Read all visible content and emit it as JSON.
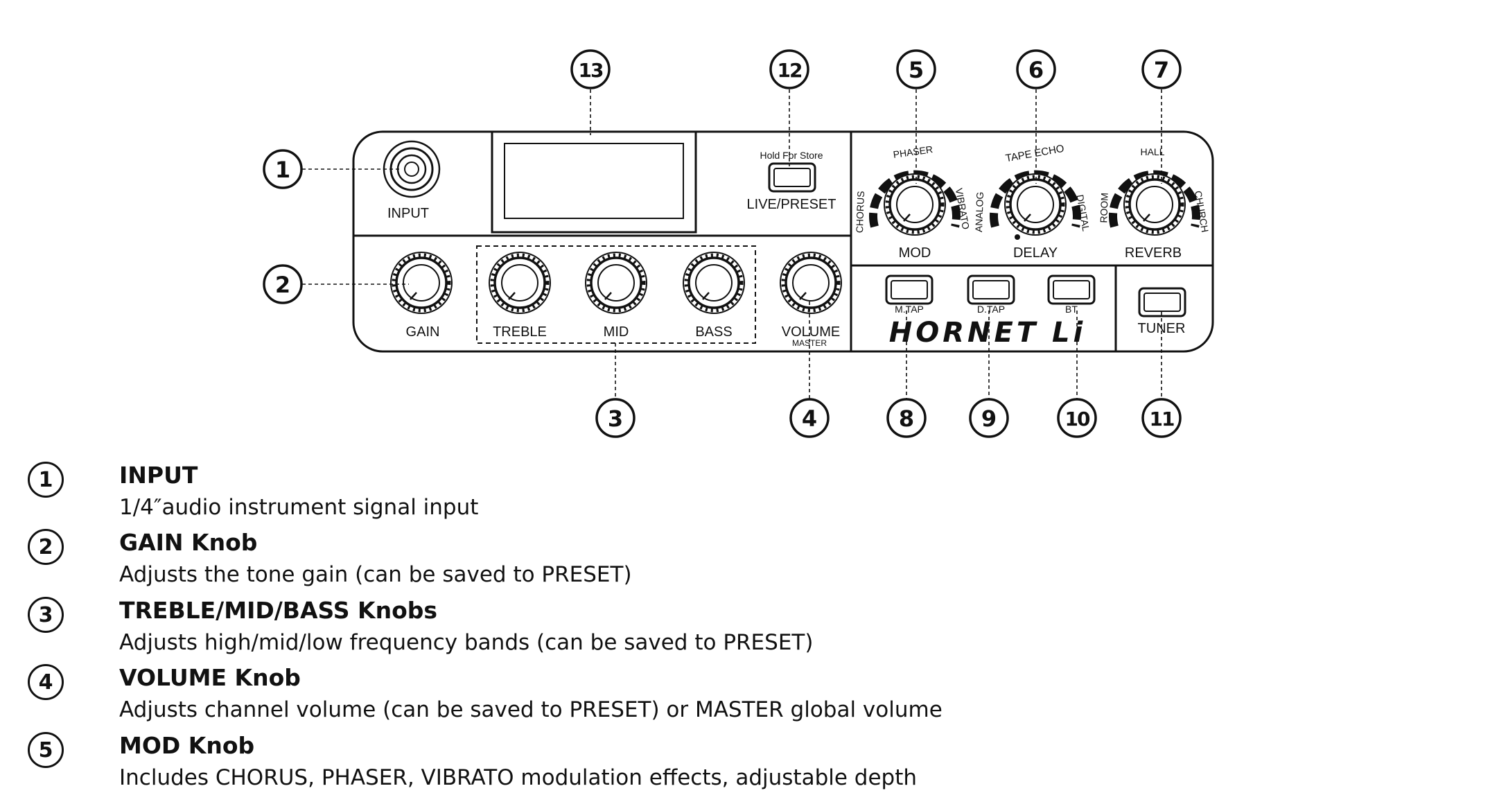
{
  "panel": {
    "input_label": "INPUT",
    "hold_label": "Hold For Store",
    "live_preset_label": "LIVE/PRESET",
    "mod_label": "MOD",
    "delay_label": "DELAY",
    "reverb_label": "REVERB",
    "mod_modes": {
      "left": "CHORUS",
      "top": "PHASER",
      "right": "VIBRATO"
    },
    "delay_modes": {
      "left": "ANALOG",
      "top": "TAPE ECHO",
      "right": "DIGITAL"
    },
    "reverb_modes": {
      "left": "ROOM",
      "top": "HALL",
      "right": "CHURCH"
    },
    "gain_label": "GAIN",
    "treble_label": "TREBLE",
    "mid_label": "MID",
    "bass_label": "BASS",
    "volume_label": "VOLUME",
    "master_label": "MASTER",
    "mtap_label": "M.TAP",
    "dtap_label": "D.TAP",
    "bt_label": "BT",
    "tuner_label": "TUNER",
    "brand_label": "HORNET Li"
  },
  "callouts": [
    "1",
    "2",
    "3",
    "4",
    "5",
    "6",
    "7",
    "8",
    "9",
    "10",
    "11",
    "12",
    "13"
  ],
  "legend": [
    {
      "num": "1",
      "title": "INPUT",
      "desc": "1/4″audio instrument signal input"
    },
    {
      "num": "2",
      "title": "GAIN Knob",
      "desc": "Adjusts the tone gain (can be saved to PRESET)"
    },
    {
      "num": "3",
      "title": "TREBLE/MID/BASS Knobs",
      "desc": "Adjusts high/mid/low frequency bands (can be saved to PRESET)"
    },
    {
      "num": "4",
      "title": "VOLUME Knob",
      "desc": "Adjusts channel volume (can be saved to PRESET) or MASTER global volume"
    },
    {
      "num": "5",
      "title": "MOD Knob",
      "desc": "Includes CHORUS, PHASER, VIBRATO modulation effects, adjustable depth"
    }
  ]
}
